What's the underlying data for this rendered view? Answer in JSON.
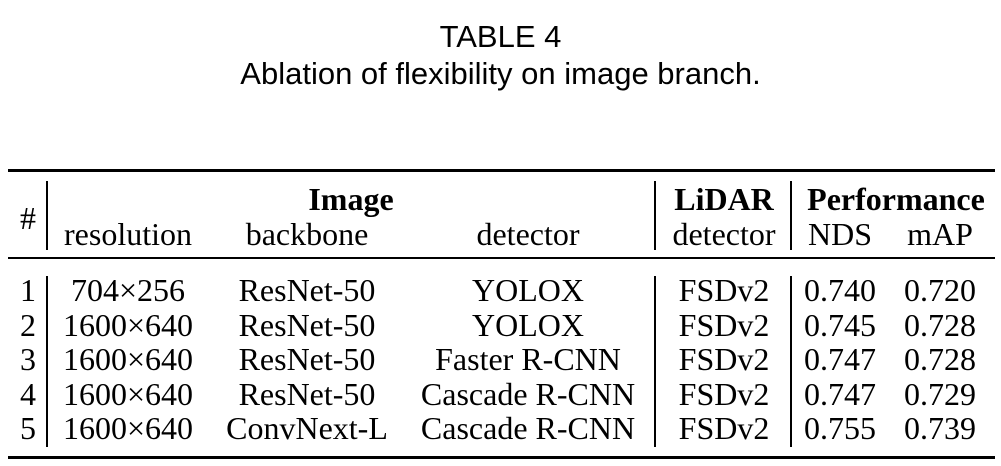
{
  "caption": {
    "label": "TABLE 4",
    "title": "Ablation of flexibility on image branch."
  },
  "table": {
    "header": {
      "index": "#",
      "groups": {
        "image": "Image",
        "lidar": "LiDAR",
        "performance": "Performance"
      },
      "columns": [
        "resolution",
        "backbone",
        "detector",
        "detector",
        "NDS",
        "mAP"
      ]
    },
    "rows": [
      [
        "1",
        "704×256",
        "ResNet-50",
        "YOLOX",
        "FSDv2",
        "0.740",
        "0.720"
      ],
      [
        "2",
        "1600×640",
        "ResNet-50",
        "YOLOX",
        "FSDv2",
        "0.745",
        "0.728"
      ],
      [
        "3",
        "1600×640",
        "ResNet-50",
        "Faster R-CNN",
        "FSDv2",
        "0.747",
        "0.728"
      ],
      [
        "4",
        "1600×640",
        "ResNet-50",
        "Cascade R-CNN",
        "FSDv2",
        "0.747",
        "0.729"
      ],
      [
        "5",
        "1600×640",
        "ConvNext-L",
        "Cascade R-CNN",
        "FSDv2",
        "0.755",
        "0.739"
      ]
    ]
  }
}
